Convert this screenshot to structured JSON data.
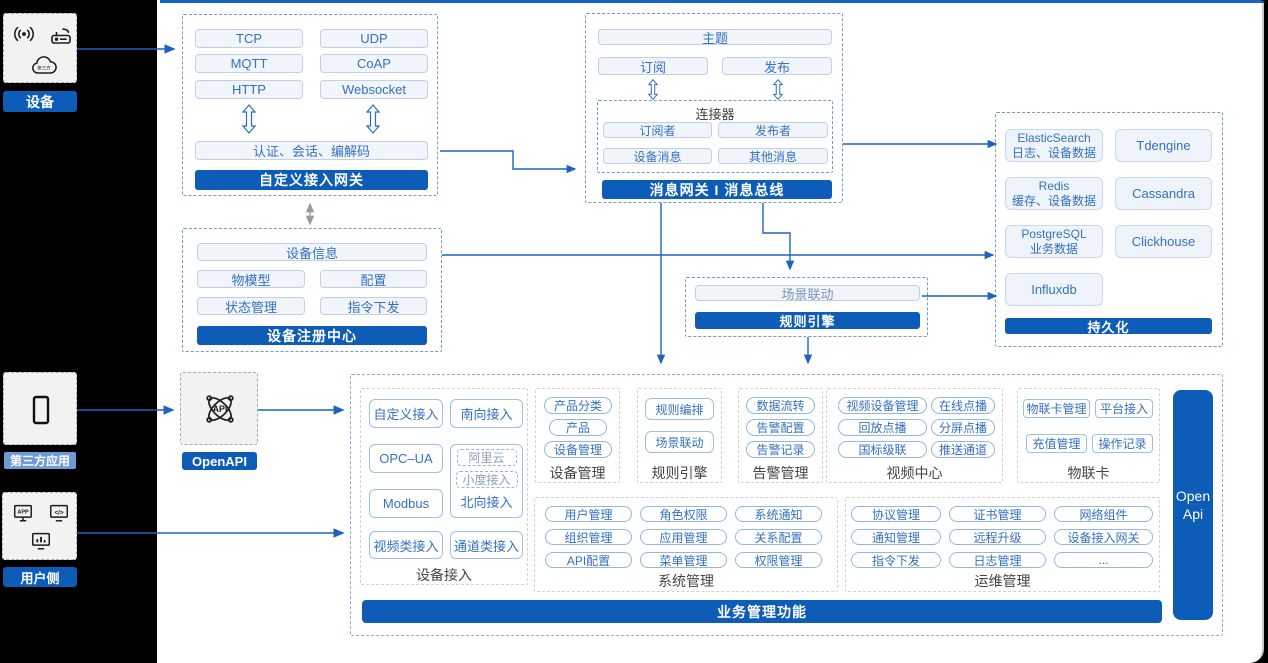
{
  "sources": {
    "devices": {
      "label": "设备"
    },
    "third_party": {
      "label": "第三方应用"
    },
    "user_side": {
      "label": "用户侧"
    }
  },
  "openapi_label": "OpenAPI",
  "custom_gateway": {
    "protocols": [
      "TCP",
      "UDP",
      "MQTT",
      "CoAP",
      "HTTP",
      "Websocket"
    ],
    "auth": "认证、会话、编解码",
    "title": "自定义接入网关"
  },
  "message_bus": {
    "topic": "主题",
    "subscribe": "订阅",
    "publish": "发布",
    "connector_title": "连接器",
    "connector_items": [
      "订阅者",
      "发布者",
      "设备消息",
      "其他消息"
    ],
    "title": "消息网关 I 消息总线"
  },
  "device_registry": {
    "info": "设备信息",
    "items": [
      "物模型",
      "配置",
      "状态管理",
      "指令下发"
    ],
    "title": "设备注册中心"
  },
  "rule_engine": {
    "scene": "场景联动",
    "title": "规则引擎"
  },
  "persistence": {
    "stores": [
      {
        "name": "ElasticSearch",
        "desc": "日志、设备数据"
      },
      {
        "name": "Tdengine",
        "desc": ""
      },
      {
        "name": "Redis",
        "desc": "缓存、设备数据"
      },
      {
        "name": "Cassandra",
        "desc": ""
      },
      {
        "name": "PostgreSQL",
        "desc": "业务数据"
      },
      {
        "name": "Clickhouse",
        "desc": ""
      },
      {
        "name": "Influxdb",
        "desc": ""
      }
    ],
    "title": "持久化"
  },
  "business": {
    "title": "业务管理功能",
    "open_api": "Open Api",
    "device_access": {
      "pills": [
        "自定义接入",
        "南向接入",
        "OPC–UA",
        "Modbus",
        "视频类接入",
        "通道类接入"
      ],
      "north_group": {
        "sub": [
          "阿里云",
          "小度接入"
        ],
        "label": "北向接入"
      },
      "title": "设备接入"
    },
    "device_mgmt": {
      "items": [
        "产品分类",
        "产品",
        "设备管理"
      ],
      "title": "设备管理"
    },
    "rule_engine_sec": {
      "items": [
        "规则编排",
        "场景联动"
      ],
      "title": "规则引擎"
    },
    "alert_mgmt": {
      "items": [
        "数据流转",
        "告警配置",
        "告警记录"
      ],
      "title": "告警管理"
    },
    "video_center": {
      "items": [
        "视频设备管理",
        "在线点播",
        "回放点播",
        "分屏点播",
        "国标级联",
        "推送通道"
      ],
      "title": "视频中心"
    },
    "iot_card": {
      "items": [
        "物联卡管理",
        "平台接入",
        "充值管理",
        "操作记录"
      ],
      "title": "物联卡"
    },
    "system_mgmt": {
      "items": [
        "用户管理",
        "角色权限",
        "系统通知",
        "组织管理",
        "应用管理",
        "关系配置",
        "API配置",
        "菜单管理",
        "权限管理"
      ],
      "title": "系统管理"
    },
    "ops_mgmt": {
      "items": [
        "协议管理",
        "证书管理",
        "网络组件",
        "通知管理",
        "远程升级",
        "设备接入网关",
        "指令下发",
        "日志管理",
        "..."
      ],
      "title": "运维管理"
    }
  },
  "colors": {
    "accent_blue": "#0d5cb8",
    "line_blue": "#1e63c0",
    "light_label_blue": "#6d9bd6"
  }
}
